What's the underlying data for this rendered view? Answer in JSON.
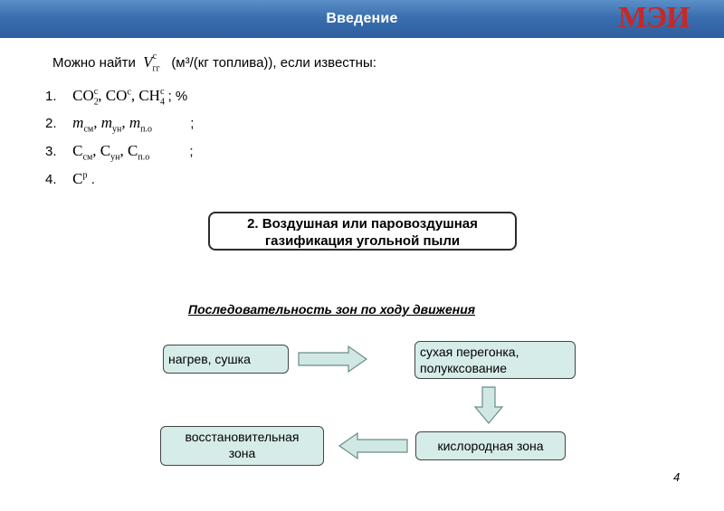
{
  "header": {
    "title": "Введение",
    "logo_text": "МЭИ"
  },
  "intro": {
    "prefix": "Можно найти",
    "suffix": "(м³/(кг топлива)), если известны:"
  },
  "items": [
    {
      "number": "1.",
      "trailing": "; %"
    },
    {
      "number": "2.",
      "trailing": ";"
    },
    {
      "number": "3.",
      "trailing": ";"
    },
    {
      "number": "4.",
      "trailing": "."
    }
  ],
  "method_box": {
    "line1": "2. Воздушная или паровоздушная",
    "line2": "газификация угольной пыли"
  },
  "sequence_title": "Последовательность зон по ходу движения",
  "zones": {
    "heating": "нагрев, сушка",
    "distillation_line1": "сухая перегонка,",
    "distillation_line2": "полукксование",
    "oxygen": "кислородная зона",
    "reduction_line1": "восстановительная",
    "reduction_line2": "зона"
  },
  "colors": {
    "header": "#3a6fb0",
    "zone_fill": "#d6ece8",
    "logo": "#c62828",
    "arrow_fill": "#cfe8e4"
  },
  "page_number": "4"
}
